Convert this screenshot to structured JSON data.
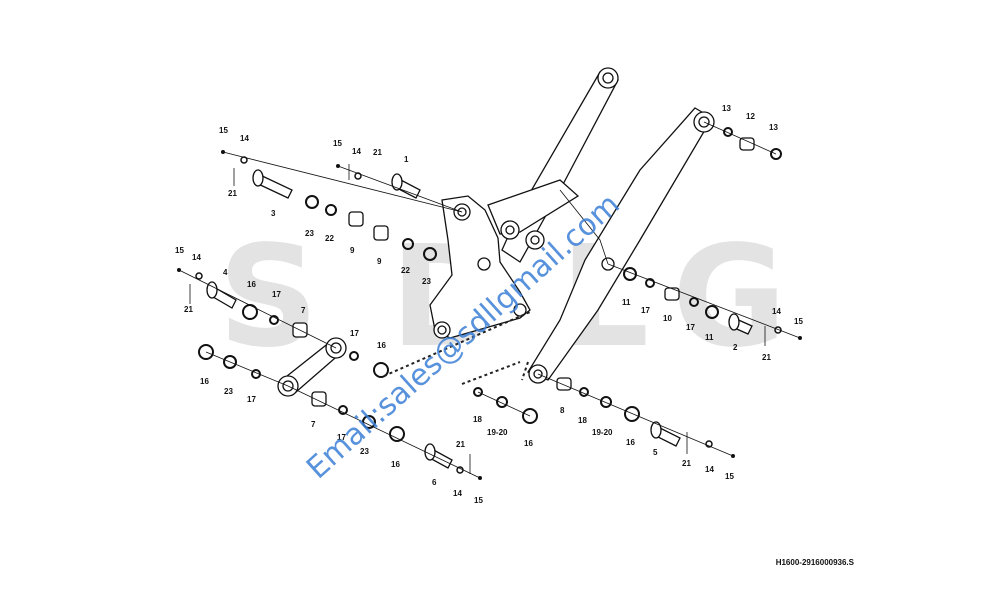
{
  "background_logo": [
    "S",
    "D",
    "L",
    "G"
  ],
  "watermark": "Email:sales@sdllgmail.com",
  "drawing_code": "H1600-2916000936.S",
  "callouts": [
    "15",
    "14",
    "21",
    "3",
    "23",
    "22",
    "9",
    "9",
    "22",
    "23",
    "15",
    "14",
    "21",
    "1",
    "15",
    "14",
    "4",
    "21",
    "16",
    "17",
    "7",
    "17",
    "16",
    "16",
    "23",
    "17",
    "7",
    "17",
    "23",
    "16",
    "21",
    "6",
    "14",
    "15",
    "13",
    "12",
    "13",
    "11",
    "17",
    "10",
    "17",
    "11",
    "14",
    "15",
    "2",
    "21",
    "18",
    "19-20",
    "16",
    "8",
    "18",
    "19-20",
    "16",
    "5",
    "21",
    "14",
    "15"
  ]
}
